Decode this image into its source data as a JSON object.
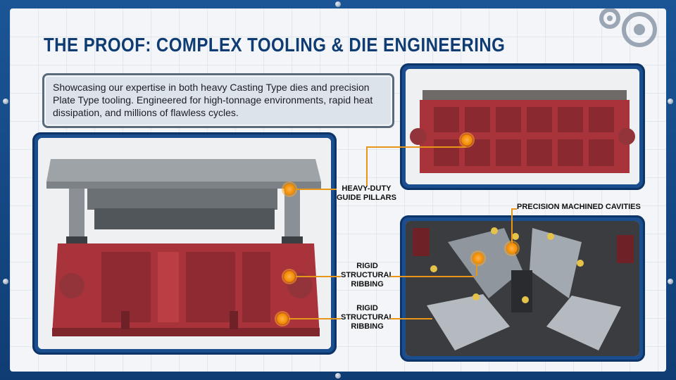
{
  "title": "THE PROOF: COMPLEX TOOLING & DIE ENGINEERING",
  "description": "Showcasing our expertise in both heavy Casting Type dies and precision Plate Type tooling. Engineered for high-tonnage environments, rapid heat dissipation, and millions of flawless cycles.",
  "callouts": {
    "guide_pillars": [
      "HEAVY-DUTY",
      "GUIDE PILLARS"
    ],
    "ribbing_1": [
      "RIGID",
      "STRUCTURAL",
      "RIBBING"
    ],
    "ribbing_2": [
      "RIGID",
      "STRUCTURAL",
      "RIBBING"
    ],
    "cavities": "PRECISION MACHINED CAVITIES"
  },
  "colors": {
    "frame": "#1b5596",
    "accent": "#f28c00",
    "title": "#0f3d73",
    "die_red": "#a8333a"
  }
}
